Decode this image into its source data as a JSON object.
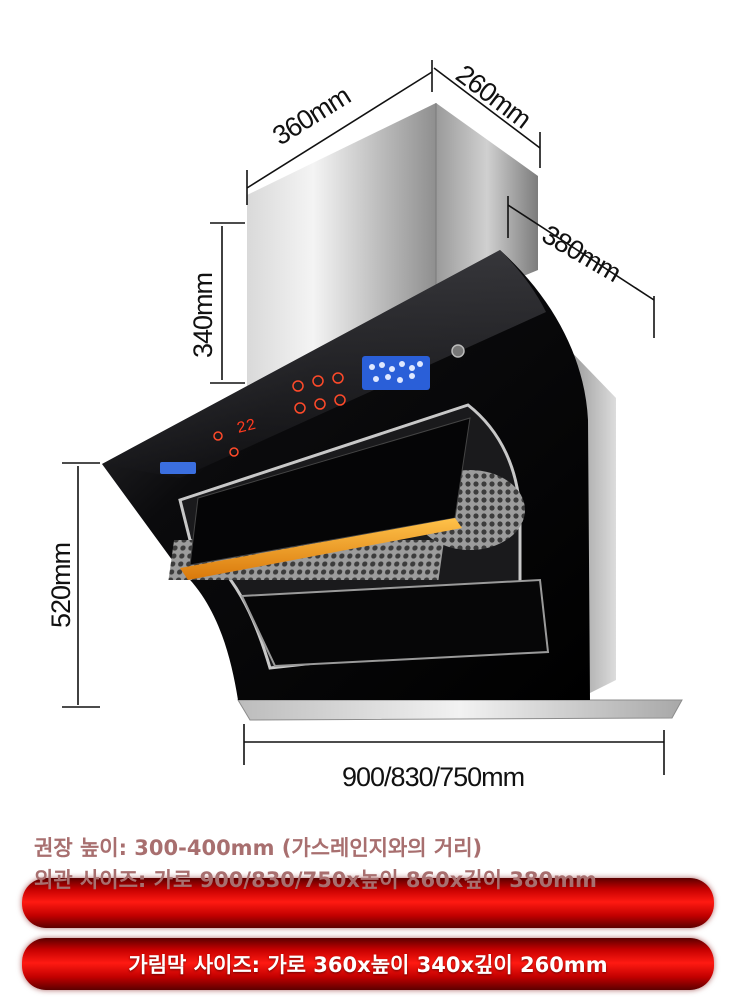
{
  "dimensions": {
    "chimney_width": "360mm",
    "chimney_depth": "260mm",
    "panel_depth": "380mm",
    "chimney_height": "340mm",
    "body_height": "520mm",
    "body_width": "900/830/750mm"
  },
  "control_panel": {
    "display_number": "22"
  },
  "notes": {
    "recommended_height": "권장 높이: 300-400mm (가스레인지와의 거리)",
    "outer_size": "외관 사이즈: 가로 900/830/750x높이 860x깊이 380mm",
    "curtain_size": "가림막 사이즈: 가로 360x높이 340x깊이 260mm"
  },
  "colors": {
    "accent_orange": "#f0a020",
    "glass_black": "#0b0b0d",
    "band_red": "#d40000",
    "note_text": "#a86f6f"
  }
}
